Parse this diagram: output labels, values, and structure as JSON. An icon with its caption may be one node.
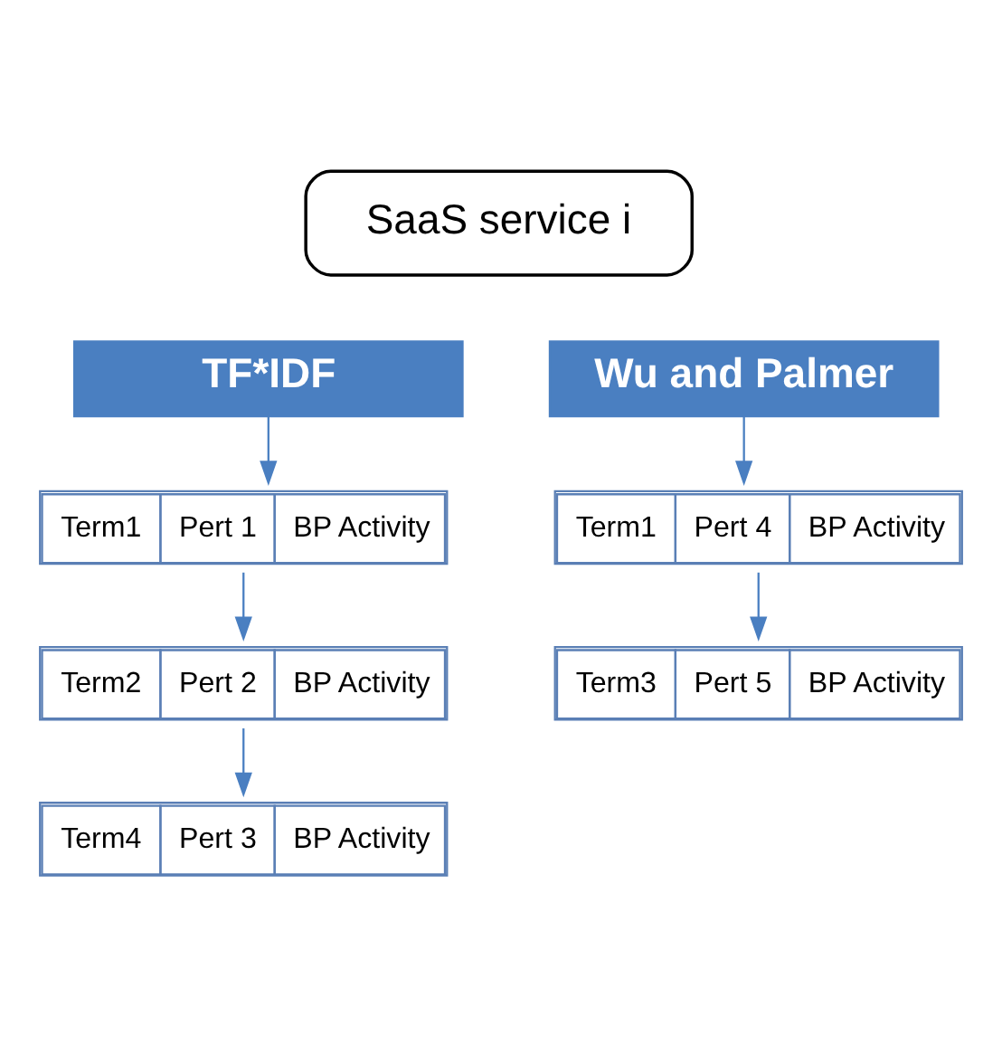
{
  "diagram": {
    "nodes": [
      {
        "text": [
          "SaaS service i"
        ]
      },
      {
        "text": [
          "TF*IDF"
        ]
      },
      {
        "text": [
          "Wu and Palmer"
        ]
      },
      {
        "text": [
          "Term1",
          "Pert 1",
          "BP Activity"
        ]
      },
      {
        "text": [
          "Term2",
          "Pert 2",
          "BP Activity"
        ]
      },
      {
        "text": [
          "Term4",
          "Pert 3",
          "BP Activity"
        ]
      },
      {
        "text": [
          "Term1",
          "Pert 4",
          "BP Activity"
        ]
      },
      {
        "text": [
          "Term3",
          "Pert 5",
          "BP Activity"
        ]
      }
    ],
    "edges": [
      {
        "from": 1,
        "to": 3,
        "arrow": "to"
      },
      {
        "from": 3,
        "to": 4,
        "arrow": "to"
      },
      {
        "from": 4,
        "to": 5,
        "arrow": "to"
      },
      {
        "from": 2,
        "to": 6,
        "arrow": "to"
      },
      {
        "from": 6,
        "to": 7,
        "arrow": "to"
      }
    ]
  }
}
